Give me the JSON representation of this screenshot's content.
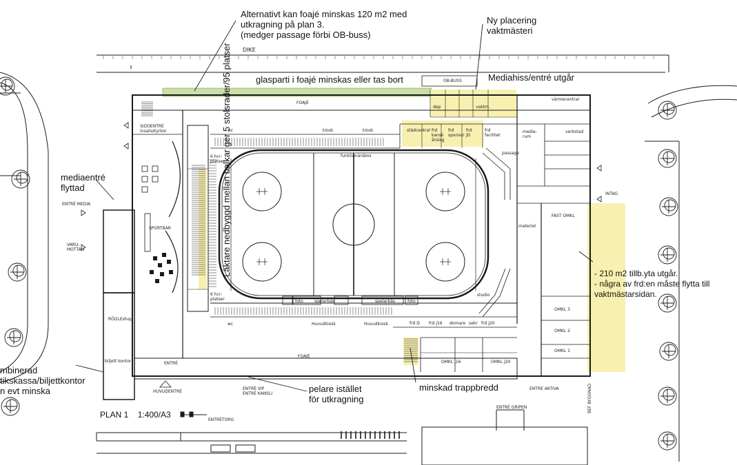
{
  "annotations": {
    "foyer_reduce": "Alternativt kan foajé minskas 120 m2 med\nutkragning på plan 3.\n(medger passage förbi OB-buss)",
    "new_placement": "Ny placering\nvaktmästeri",
    "glass_section": "glasparti i foajé minskas eller tas bort",
    "media_elevator": "Mediahiss/entré utgår",
    "media_entrance": "mediaentré\nflyttad",
    "combined_ticket": "mbinerad\ntikskassa/biljettkontor\nn evt minska",
    "pillars": "pelare istället\nför utkragning",
    "reduced_stair": "minskad trappbredd",
    "extra_area": "- 210 m2 tillb.yta utgår.\n- några av frd:en måste flytta till\nvaktmästarsidan.",
    "stand_note": "Läktare nedbyggd mellan\nbalkar ger 5 stolsrader/95\nplatser",
    "plan_label": "PLAN 1    1:400/A3"
  },
  "labels": {
    "dike": "DIKE",
    "ob_bus": "OB-BUSS",
    "foyer_top": "FOAJÉ",
    "foyer_bottom": "FOAJÉ",
    "entrance": "ENTRÉ",
    "main_entrance": "HUVUDENTRÉ",
    "entrance_vip": "ENTRÉ VIP\nENTRÉ KANSLI",
    "entrance_active": "ENTRÉ AKTIVA",
    "entrance_media": "ENTRÉ MEDIA",
    "goods_reception": "VARU-\nMOTTAG",
    "entrance_square": "ENTRÉTORG",
    "entrance_gripen": "ENTRÉ GRIPEN",
    "intag": "INTAG",
    "bef_building": "BEF BYGGNAD",
    "side_entrance": "SIDOENTRÉ\ninsatsstyrkor",
    "sportbar": "SPORTBAR",
    "rogle_shop": "RÖGLEshop",
    "ticket_office": "biljett kontor",
    "kiosk": "kiosk",
    "main_kiosk": "Huvudkiosk",
    "cleaning_central": "städcentral",
    "funktionarsbox": "funktionärsbox",
    "spelarbas": "spelarbås",
    "foto": "foto",
    "studio": "studio",
    "passage": "passage",
    "mediarum": "medie-\nrum",
    "fast_omkl": "FAST OMKL",
    "omkl_1": "OMKL 1",
    "omkl_2": "OMKL 2",
    "omkl_3": "OMKL 3",
    "omkl_j16": "OMKL J16",
    "omkl_j20": "OMKL J20",
    "frd_j16": "frd J16",
    "frd_j20": "frd J20",
    "frd_d": "frd D",
    "domare": "domare",
    "wc": "wc",
    "sekr": "sekr",
    "verkstad": "verkstad",
    "materiel": "materiel",
    "frd_kansli": "frd\nkansli\nårslag",
    "frd_sponsor": "frd\nsponsor",
    "frd_jd": "frd\nJD",
    "frd_faciliteter": "frd\nfacilitet",
    "dep": "dep",
    "vaktm": "vaktm.",
    "varmecentral": "värmecentral",
    "platser_6": "6 hcr-\nplatser"
  },
  "colors": {
    "yellow_highlight": "#f8f0b0",
    "green_strip": "#c9e0a6",
    "line": "#1a1a1a"
  }
}
